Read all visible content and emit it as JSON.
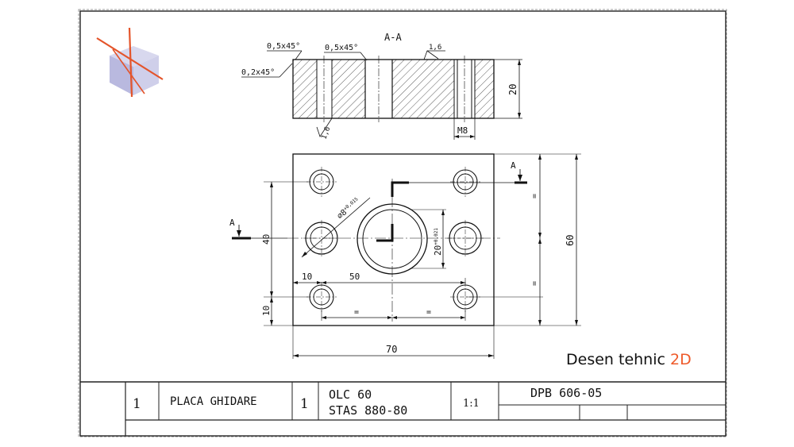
{
  "brand": {
    "text": "Desen tehnic ",
    "accent": "2D",
    "accent_color": "#ee5a2a",
    "logo": "cube-logo-icon"
  },
  "section": {
    "title": "A-A",
    "chamfer_left_top": "0,5x45°",
    "chamfer_mid_top": "0,5x45°",
    "chamfer_left_small": "0,2x45°",
    "roughness_top": "1,6",
    "roughness_bottom": "1,6",
    "thread": "M8",
    "height": "20"
  },
  "plan": {
    "section_mark_left": "A",
    "section_mark_right": "A",
    "dim_width": "70",
    "dim_height": "60",
    "dim_hole_spacing": "50",
    "dim_edge_x": "10",
    "dim_edge_y": "10",
    "dim_vertical": "40",
    "equal_mark": "=",
    "hole_dia": "⌀8",
    "hole_tol": "+0,015",
    "bore_dia": "20",
    "bore_tol": "+0,021"
  },
  "title_block": {
    "pos": "1",
    "name": "PLACA GHIDARE",
    "qty": "1",
    "material_line1": "OLC 60",
    "material_line2": "STAS 880-80",
    "scale": "1:1",
    "code": "DPB 606-05"
  }
}
